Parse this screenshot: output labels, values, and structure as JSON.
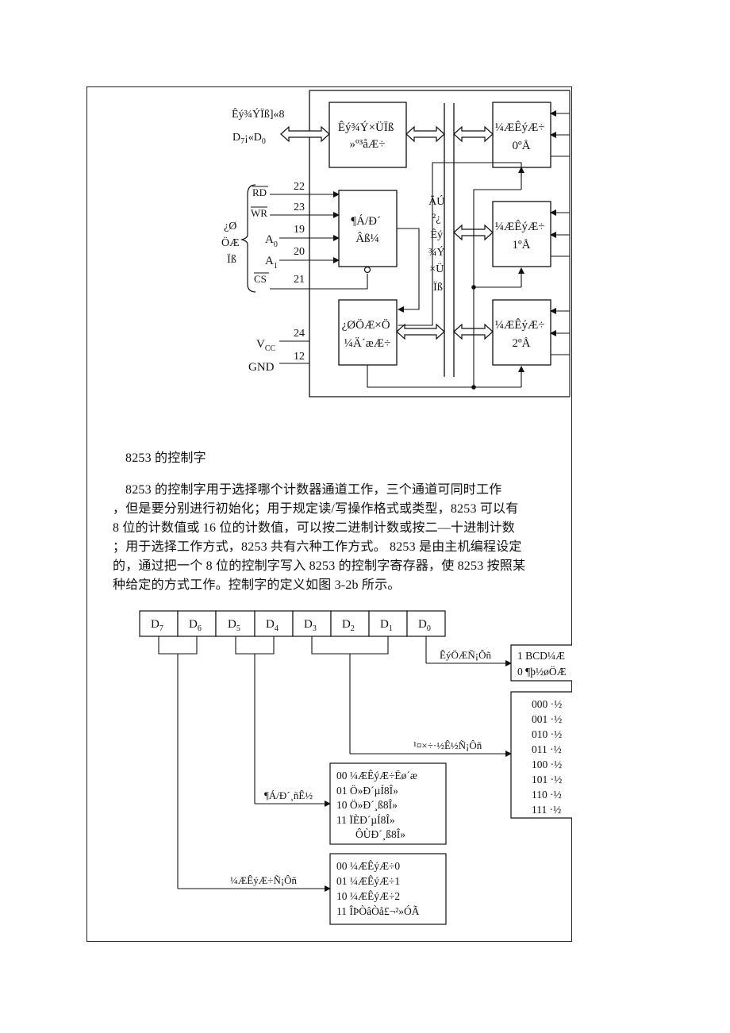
{
  "block_diagram": {
    "data_bus_buffer": [
      "Êý¾Ý×ÜÏß",
      "»º³åÆ÷"
    ],
    "rw_logic": [
      "¶Á/Ð´",
      "Âß¼­"
    ],
    "control_reg": [
      "¿ØÖÆ×Ö",
      "¼Ä´æÆ÷"
    ],
    "internal_bus": [
      "ÄÚ",
      "²¿",
      "Êý",
      "¾Ý",
      "×Ü",
      "Ïß"
    ],
    "counters": [
      [
        "¼ÆÊýÆ÷",
        "0ºÅ"
      ],
      [
        "¼ÆÊýÆ÷",
        "1ºÅ"
      ],
      [
        "¼ÆÊýÆ÷",
        "2ºÅ"
      ]
    ],
    "data_line_label": "Êý¾ÝÏß]«8",
    "d7_d0": {
      "d": "D",
      "s7": "7",
      "mid": "¡«D",
      "s0": "0"
    },
    "control_group": [
      "¿Ø",
      "ÖÆ",
      "Ïß"
    ],
    "signals": {
      "rd": "RD",
      "wr": "WR",
      "a0": {
        "a": "A",
        "sub": "0"
      },
      "a1": {
        "a": "A",
        "sub": "1"
      },
      "cs": "CS"
    },
    "pins": [
      "22",
      "23",
      "19",
      "20",
      "21",
      "24",
      "12"
    ],
    "vcc": {
      "v": "V",
      "sub": "CC"
    },
    "gnd": "GND"
  },
  "heading": "8253 的控制字",
  "paragraph_lines": [
    "8253 的控制字用于选择哪个计数器通道工作，三个通道可同时工作",
    "，但是要分别进行初始化；用于规定读/写操作格式或类型，8253 可以有",
    "8 位的计数值或 16 位的计数值，可以按二进制计数或按二—十进制计数",
    "；用于选择工作方式，8253 共有六种工作方式。 8253 是由主机编程设定",
    "的，通过把一个 8 位的控制字写入 8253 的控制字寄存器，使 8253 按照某",
    "种给定的方式工作。控制字的定义如图 3-2b 所示。"
  ],
  "control_word": {
    "bits": [
      {
        "d": "D",
        "sub": "7"
      },
      {
        "d": "D",
        "sub": "6"
      },
      {
        "d": "D",
        "sub": "5"
      },
      {
        "d": "D",
        "sub": "4"
      },
      {
        "d": "D",
        "sub": "3"
      },
      {
        "d": "D",
        "sub": "2"
      },
      {
        "d": "D",
        "sub": "1"
      },
      {
        "d": "D",
        "sub": "0"
      }
    ],
    "count_system_label": "ÊýÖÆÑ¡Ôñ",
    "count_system_options": [
      "1  BCD¼Æ",
      "0  ¶þ½øÖÆ"
    ],
    "mode_label": "¹¤×÷·½Ê½Ñ¡Ôñ",
    "mode_options": [
      "000  ·½",
      "001  ·½",
      "010  ·½",
      "011  ·½",
      "100  ·½",
      "101  ·½",
      "110  ·½",
      "111  ·½"
    ],
    "rw_label": "¶Á/Ð´¸ñÊ½",
    "rw_options": [
      "00  ¼ÆÊýÆ÷Ëø´æ",
      "01  Ö»Ð´µÍ8Î»",
      "10  Ö»Ð´¸ß8Î»",
      "11  ÏÈÐ´µÍ8Î»",
      "ÔÙÐ´¸ß8Î»"
    ],
    "counter_select_label": "¼ÆÊýÆ÷Ñ¡Ôñ",
    "counter_select_options": [
      "00  ¼ÆÊýÆ÷0",
      "01  ¼ÆÊýÆ÷1",
      "10  ¼ÆÊýÆ÷2",
      "11  ÎÞÒâÒå£¬²»ÓÃ"
    ]
  }
}
